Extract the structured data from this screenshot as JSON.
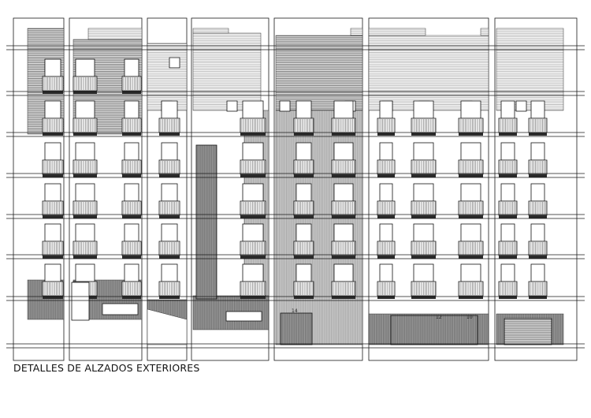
{
  "drawing": {
    "caption": "DETALLES DE ALZADOS EXTERIORES",
    "entrance_numbers": [
      "14",
      "12",
      "10"
    ],
    "colors": {
      "line": "#1a1a1a",
      "hatch_light": "#b8b8b8",
      "hatch_dark": "#6e6e6e",
      "plinth": "#8c8c8c",
      "paper": "#ffffff"
    }
  }
}
